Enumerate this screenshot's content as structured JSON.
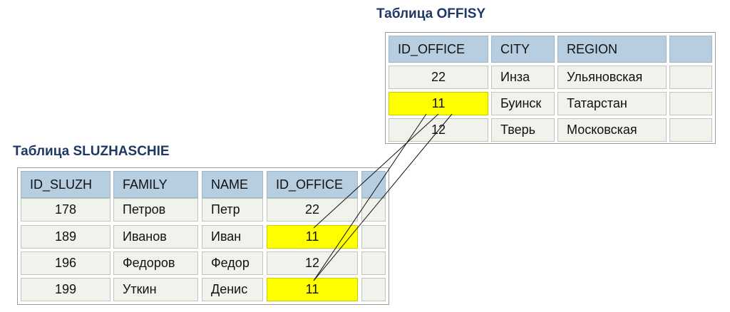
{
  "offisy": {
    "title": "Таблица OFFISY",
    "columns": [
      "ID_OFFICE",
      "CITY",
      "REGION",
      ""
    ],
    "rows": [
      [
        "22",
        "Инза",
        "Ульяновская",
        ""
      ],
      [
        "11",
        "Буинск",
        "Татарстан",
        ""
      ],
      [
        "12",
        "Тверь",
        "Московская",
        ""
      ]
    ],
    "highlighted_row": 1
  },
  "sluzhaschie": {
    "title": "Таблица SLUZHASCHIE",
    "columns": [
      "ID_SLUZH",
      "FAMILY",
      "NAME",
      "ID_OFFICE",
      ""
    ],
    "rows": [
      [
        "178",
        "Петров",
        "Петр",
        "22",
        ""
      ],
      [
        "189",
        "Иванов",
        "Иван",
        "11",
        ""
      ],
      [
        "196",
        "Федоров",
        "Федор",
        "12",
        ""
      ],
      [
        "199",
        "Уткин",
        "Денис",
        "11",
        ""
      ]
    ],
    "highlighted_rows": [
      1,
      3
    ]
  },
  "colors": {
    "title": "#1f3864",
    "header": "#b7cde0",
    "cell": "#f0f2ec",
    "highlight": "#ffff00"
  }
}
